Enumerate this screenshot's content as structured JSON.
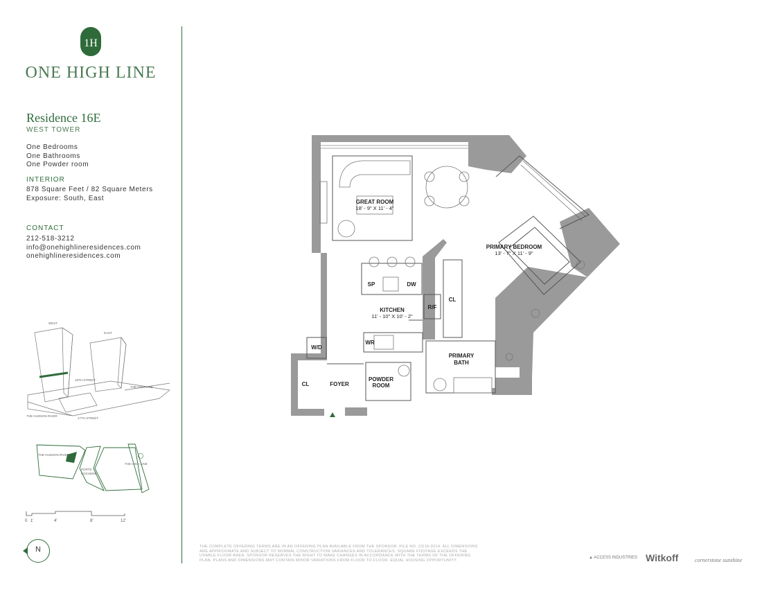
{
  "brand": {
    "name": "ONE HIGH LINE",
    "logo_letters": "1H"
  },
  "residence": {
    "title": "Residence 16E",
    "tower": "WEST TOWER",
    "rooms": [
      "One Bedrooms",
      "One Bathrooms",
      "One Powder room"
    ],
    "interior_header": "INTERIOR",
    "interior": [
      "878 Square Feet / 82 Square Meters",
      "Exposure: South, East"
    ],
    "contact_header": "CONTACT",
    "contact": [
      "212-518-3212",
      "info@onehighlineresidences.com",
      "onehighlineresidences.com"
    ]
  },
  "plan_labels": {
    "great_room": "GREAT ROOM",
    "great_room_dim": "18' - 9\" X 11' - 4\"",
    "primary_bedroom": "PRIMARY BEDROOM",
    "primary_bedroom_dim": "13' - 7\" X 11' - 9\"",
    "sp": "SP",
    "dw": "DW",
    "kitchen": "KITCHEN",
    "kitchen_dim": "11' - 10\" X 10' - 2\"",
    "rf": "R/F",
    "cl_bedroom": "CL",
    "wd": "W/D",
    "wr": "WR",
    "primary_bath_1": "PRIMARY",
    "primary_bath_2": "BATH",
    "cl_foyer": "CL",
    "foyer": "FOYER",
    "powder_1": "POWDER",
    "powder_2": "ROOM"
  },
  "site_map": {
    "west": "WEST",
    "east": "EAST",
    "street_18": "18TH STREET",
    "high_line": "THE HIGH LINE",
    "hudson": "THE HUDSON RIVER",
    "street_17": "17TH STREET"
  },
  "key_map": {
    "hudson": "THE HUDSON RIVER",
    "porte_1": "PORTE",
    "porte_2": "COCHERE",
    "high_line": "THE HIGH LINE"
  },
  "scale": {
    "ticks": [
      "0",
      "1'",
      "4'",
      "8'",
      "12'"
    ]
  },
  "compass": {
    "label": "N"
  },
  "disclaimer": "THE COMPLETE OFFERING TERMS ARE IN AN OFFERING PLAN AVAILABLE FROM THE SPONSOR. FILE NO. CD16-0214. ALL DIMENSIONS ARE APPROXIMATE AND SUBJECT TO NORMAL CONSTRUCTION VARIANCES AND TOLERANCES. SQUARE FOOTAGE EXCEEDS THE USABLE FLOOR AREA. SPONSOR RESERVES THE RIGHT TO MAKE CHANGES IN ACCORDANCE WITH THE TERMS OF THE OFFERING PLAN. PLANS AND DIMENSIONS MAY CONTAIN MINOR VARIATIONS FROM FLOOR TO FLOOR. EQUAL HOUSING OPPORTUNITY.",
  "developers": {
    "access": "ACCESS INDUSTRIES",
    "witkoff": "Witkoff",
    "cs": "cornerstone sunshine"
  },
  "colors": {
    "accent": "#2f6b3a",
    "wall": "#9a9a9a",
    "line": "#555555"
  }
}
